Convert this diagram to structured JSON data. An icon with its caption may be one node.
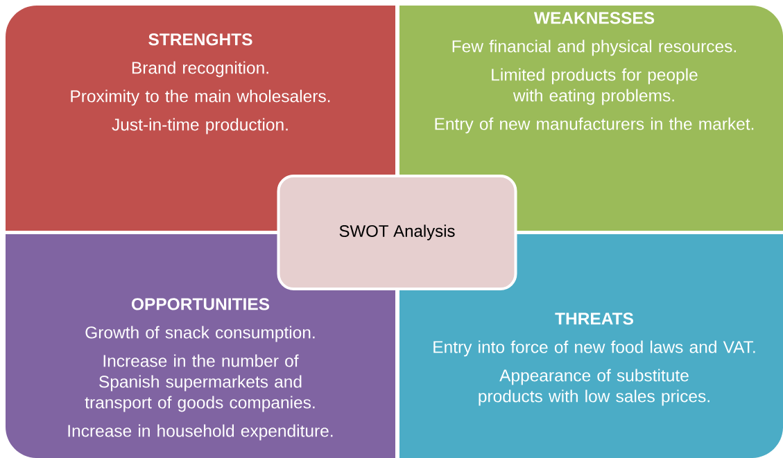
{
  "diagram": {
    "nodes": [
      {
        "text": [
          "STRENGHTS",
          "Brand recognition.",
          "Proximity to the main wholesalers.",
          "Just-in-time production."
        ]
      },
      {
        "text": [
          "WEAKNESSES",
          "Few financial and physical resources.",
          "Limited products for people with eating problems.",
          "Entry of new manufacturers in the market."
        ]
      },
      {
        "text": [
          "OPPORTUNITIES",
          "Growth of snack consumption.",
          "Increase in the number of Spanish supermarkets and transport of goods companies.",
          "Increase in household expenditure."
        ]
      },
      {
        "text": [
          "THREATS",
          "Entry into force of new food laws and VAT.",
          "Appearance of substitute products with low sales prices."
        ]
      },
      {
        "text": [
          "SWOT Analysis"
        ]
      }
    ]
  }
}
